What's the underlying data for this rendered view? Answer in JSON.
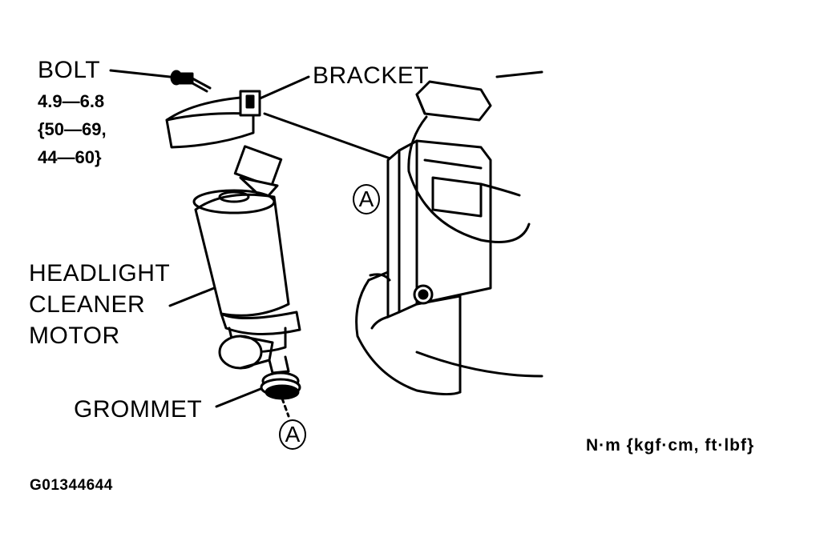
{
  "labels": {
    "bolt": "BOLT",
    "torque_line1": "4.9—6.8",
    "torque_line2": "{50—69,",
    "torque_line3": "44—60}",
    "bracket": "BRACKET",
    "motor_line1": "HEADLIGHT",
    "motor_line2": "CLEANER",
    "motor_line3": "MOTOR",
    "grommet": "GROMMET",
    "ref_a": "A",
    "units": "N·m {kgf·cm, ft·lbf}",
    "figure_id": "G01344644"
  },
  "colors": {
    "ink": "#000000",
    "paper": "#ffffff"
  }
}
